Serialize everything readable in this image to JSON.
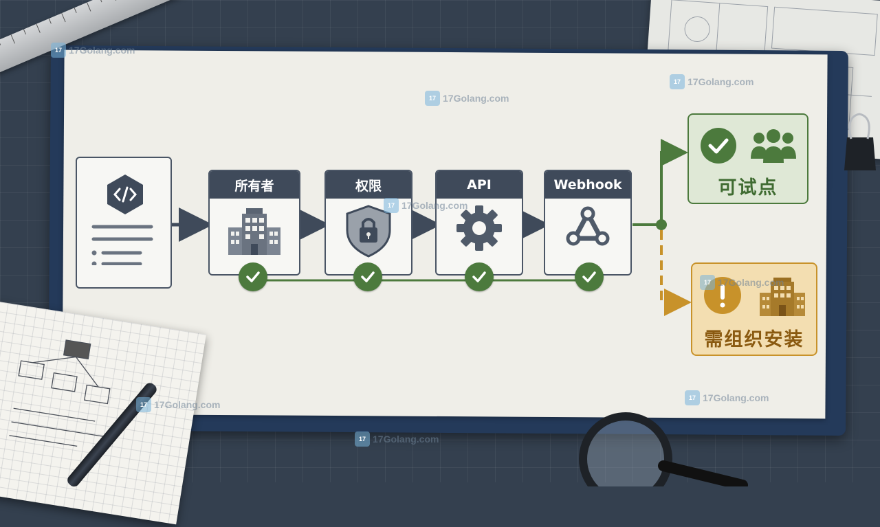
{
  "stages": [
    {
      "label": "所有者",
      "icon": "building-icon"
    },
    {
      "label": "权限",
      "icon": "shield-lock-icon"
    },
    {
      "label": "API",
      "icon": "gear-icon"
    },
    {
      "label": "Webhook",
      "icon": "webhook-icon"
    }
  ],
  "source_card": {
    "icon": "code-icon"
  },
  "outcomes": {
    "success": {
      "label": "可试点",
      "icons": [
        "check-icon",
        "users-icon"
      ],
      "color": "#4c7a3d"
    },
    "warning": {
      "label": "需组织安装",
      "icons": [
        "exclamation-icon",
        "building-icon"
      ],
      "color": "#b07a1c"
    }
  },
  "watermark": {
    "text": "17Golang.com"
  },
  "colors": {
    "primary": "#3f4a5a",
    "success": "#4c7a3d",
    "warning": "#c8922a"
  }
}
